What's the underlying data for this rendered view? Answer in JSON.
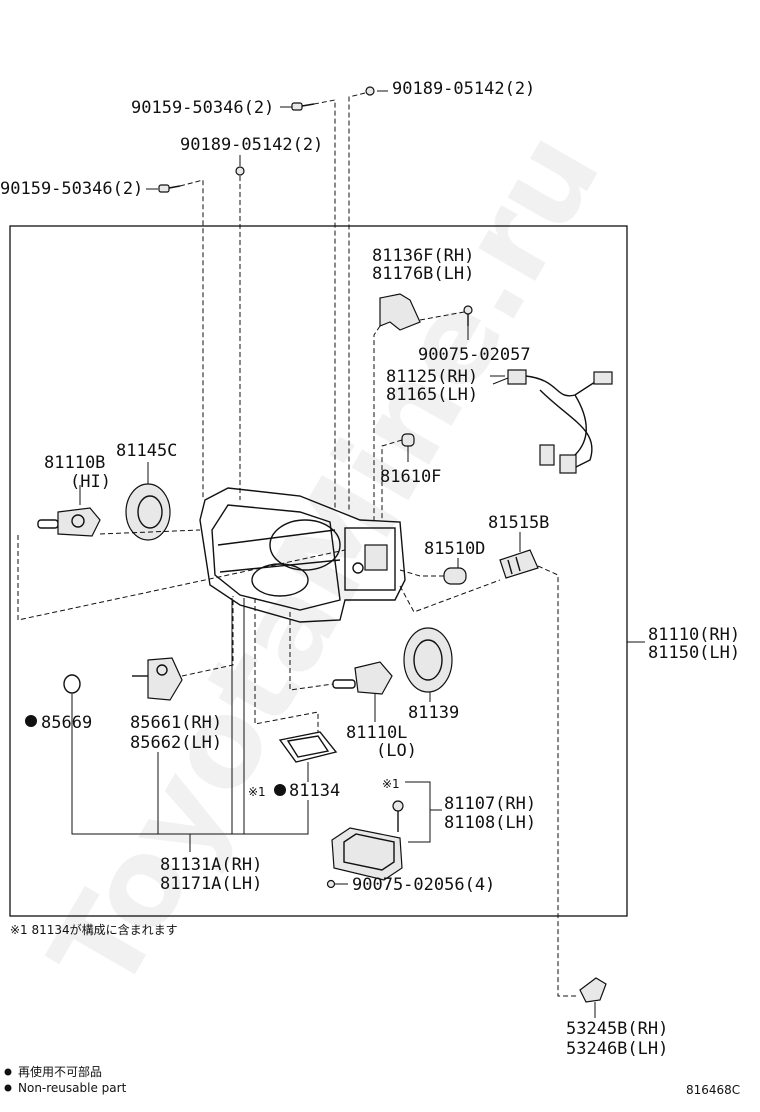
{
  "watermark": "ToyotaMine.ru",
  "labels": {
    "bolt_top_left": "90159-50346(2)",
    "screw_top_right": "90189-05142(2)",
    "screw_mid": "90189-05142(2)",
    "bolt_left": "90159-50346(2)",
    "bracket_rh": "81136F(RH)",
    "bracket_lh": "81176B(LH)",
    "screw_bracket": "90075-02057",
    "harness_rh": "81125(RH)",
    "harness_lh": "81165(LH)",
    "bulb_small": "81610F",
    "bulb_hi": "81110B",
    "bulb_hi_note": "(HI)",
    "cap": "81145C",
    "socket": "81515B",
    "bulb_d": "81510D",
    "assembly_rh": "81110(RH)",
    "assembly_lh": "81150(LH)",
    "ring": "85669",
    "actuator_rh": "85661(RH)",
    "actuator_lh": "85662(LH)",
    "bulb_lo": "81110L",
    "bulb_lo_note": "(LO)",
    "cover": "81139",
    "gasket_mark": "※1",
    "gasket": "81134",
    "ballast_mark": "※1",
    "ballast_rh": "81107(RH)",
    "ballast_lh": "81108(LH)",
    "screw_ballast": "90075-02056(4)",
    "unit_rh": "81131A(RH)",
    "unit_lh": "81171A(LH)",
    "clip_rh": "53245B(RH)",
    "clip_lh": "53246B(LH)"
  },
  "footnote": "※1  81134が構成に含まれます",
  "legend": {
    "jp": "再使用不可部品",
    "en": "Non-reusable part"
  },
  "diagram_code": "816468C"
}
